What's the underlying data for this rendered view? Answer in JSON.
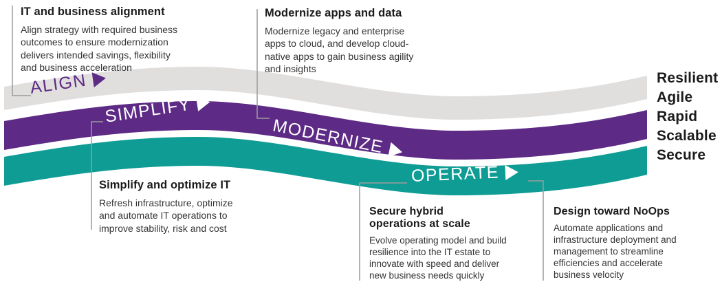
{
  "colors": {
    "ribbon_gray": "#E1DFDE",
    "ribbon_purple": "#5D2A85",
    "ribbon_teal": "#0E9C94",
    "leader_line": "#9C9C9C",
    "heading_text": "#1B1B1B",
    "body_text": "#333333",
    "label_on_band": "#FFFFFF",
    "align_label": "#5D2A85"
  },
  "stages": [
    {
      "label": "ALIGN"
    },
    {
      "label": "SIMPLIFY"
    },
    {
      "label": "MODERNIZE"
    },
    {
      "label": "OPERATE"
    }
  ],
  "callouts": [
    {
      "title": "IT and business alignment",
      "body": "Align strategy with required business\noutcomes to ensure modernization\ndelivers intended savings, flexibility\nand business acceleration"
    },
    {
      "title": "Modernize apps and data",
      "body": "Modernize legacy and enterprise\napps to cloud, and develop cloud-\nnative apps to gain business agility\nand insights"
    },
    {
      "title": "Simplify and optimize IT",
      "body": "Refresh infrastructure, optimize\nand automate IT operations to\nimprove stability, risk and cost"
    },
    {
      "title": "Secure hybrid\noperations at scale",
      "body": "Evolve operating model and build\nresilience into the IT estate to\ninnovate with speed and deliver\nnew business needs quickly"
    },
    {
      "title": "Design toward NoOps",
      "body": "Automate applications and\ninfrastructure deployment and\nmanagement to streamline\nefficiencies and accelerate\nbusiness velocity"
    }
  ],
  "outcomes": [
    "Resilient",
    "Agile",
    "Rapid",
    "Scalable",
    "Secure"
  ]
}
